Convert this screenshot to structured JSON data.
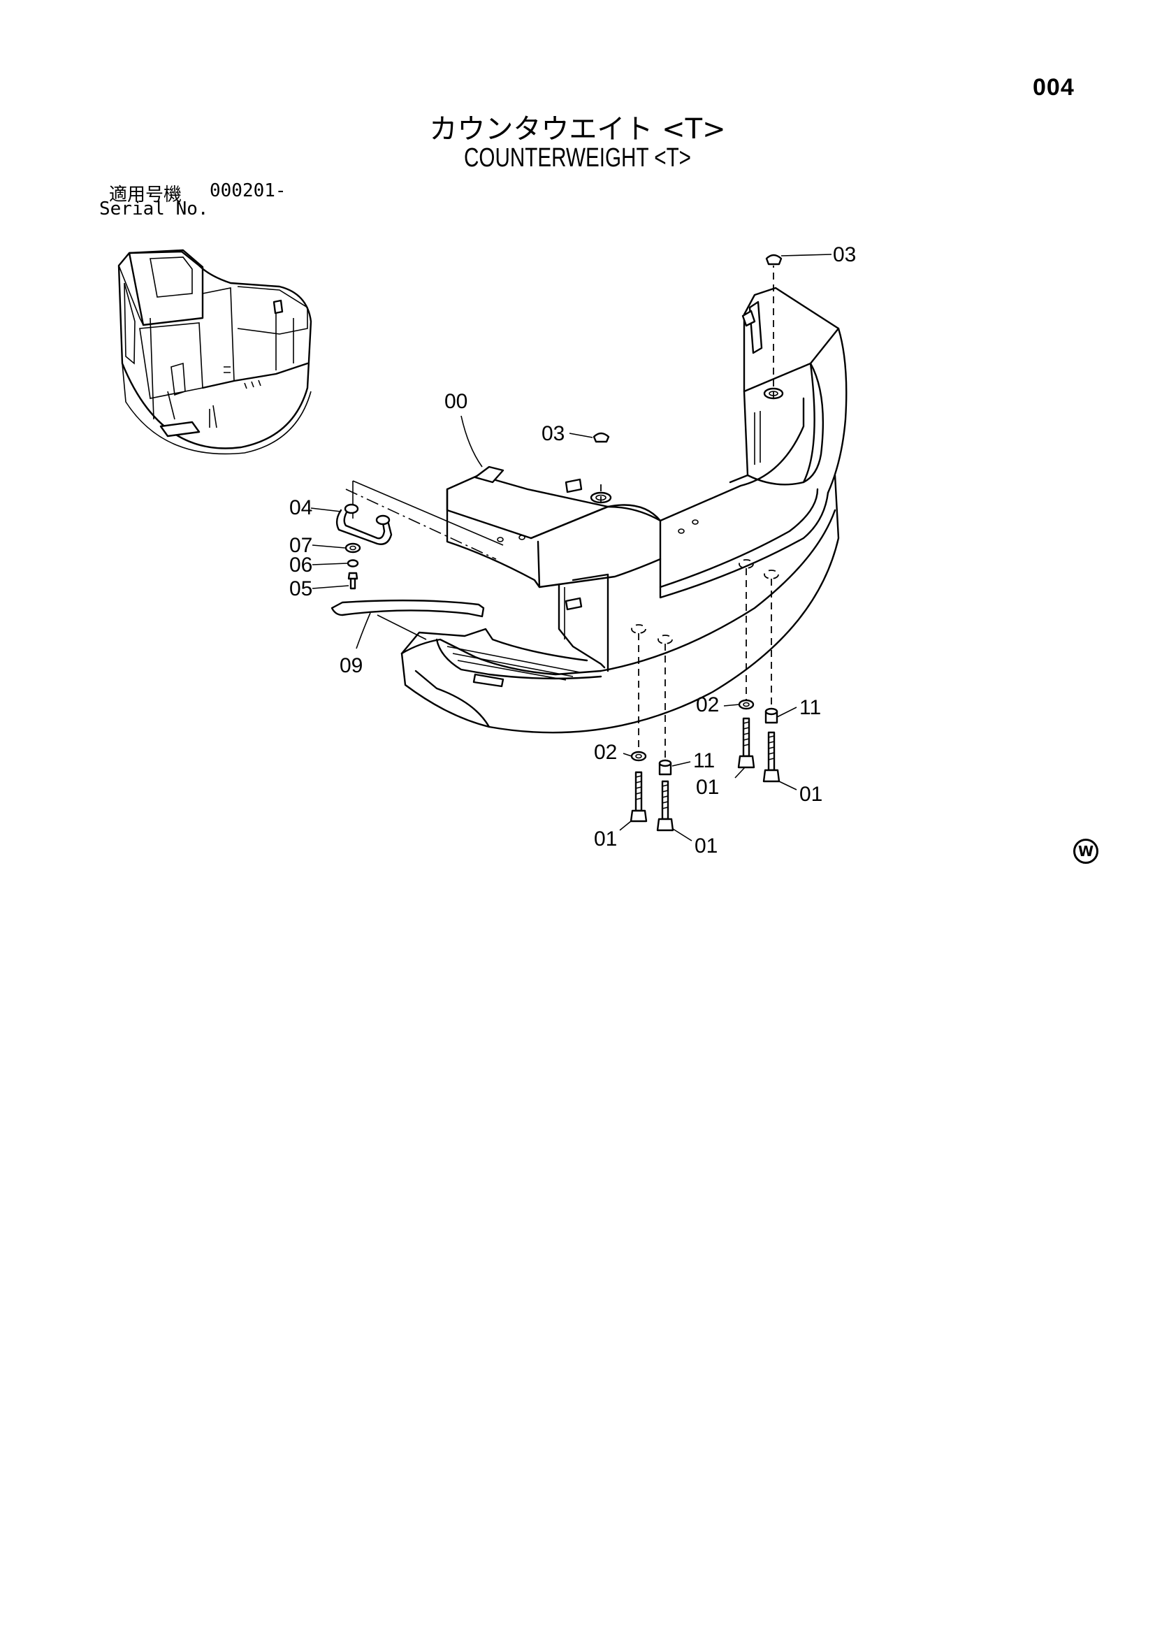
{
  "page": {
    "number": "004"
  },
  "title": {
    "japanese": "カウンタウエイト <T>",
    "english": "COUNTERWEIGHT <T>"
  },
  "serial": {
    "label_jp": "適用号機",
    "value": "000201-",
    "label_en": "Serial No."
  },
  "callouts": {
    "c00": "00",
    "c01a": "01",
    "c01b": "01",
    "c01c": "01",
    "c01d": "01",
    "c02a": "02",
    "c02b": "02",
    "c03a": "03",
    "c03b": "03",
    "c04": "04",
    "c05": "05",
    "c06": "06",
    "c07": "07",
    "c09": "09",
    "c11a": "11",
    "c11b": "11"
  },
  "mark": "W"
}
